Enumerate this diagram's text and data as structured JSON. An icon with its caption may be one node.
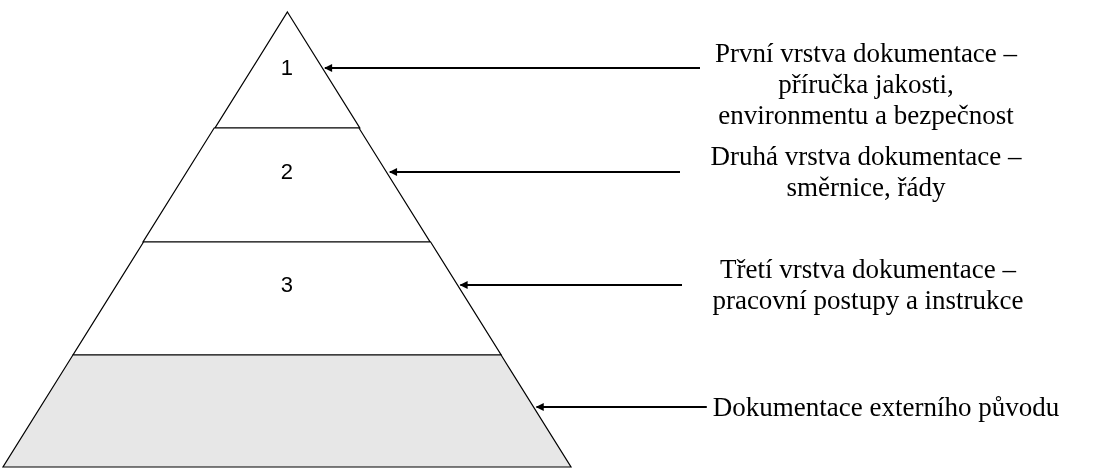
{
  "diagram": {
    "nodes": [
      {
        "text": [
          "1"
        ]
      },
      {
        "text": [
          "2"
        ]
      },
      {
        "text": [
          "3"
        ]
      },
      {
        "text": [],
        "shape": "trapezoid"
      },
      {
        "text": [
          "První vrstva dokumentace – příručka jakosti, environmentu a bezpečnost"
        ]
      },
      {
        "text": [
          "Druhá vrstva dokumentace – směrnice, řády"
        ]
      },
      {
        "text": [
          "Třetí vrstva dokumentace – pracovní postupy a instrukce"
        ]
      },
      {
        "text": [
          "Dokumentace externího původu"
        ]
      }
    ],
    "edges": [
      {
        "from": 4,
        "to": 0,
        "arrow": "to"
      },
      {
        "from": 5,
        "to": 1,
        "arrow": "to"
      },
      {
        "from": 6,
        "to": 2,
        "arrow": "to"
      },
      {
        "from": 7,
        "to": 3,
        "arrow": "to"
      }
    ]
  }
}
